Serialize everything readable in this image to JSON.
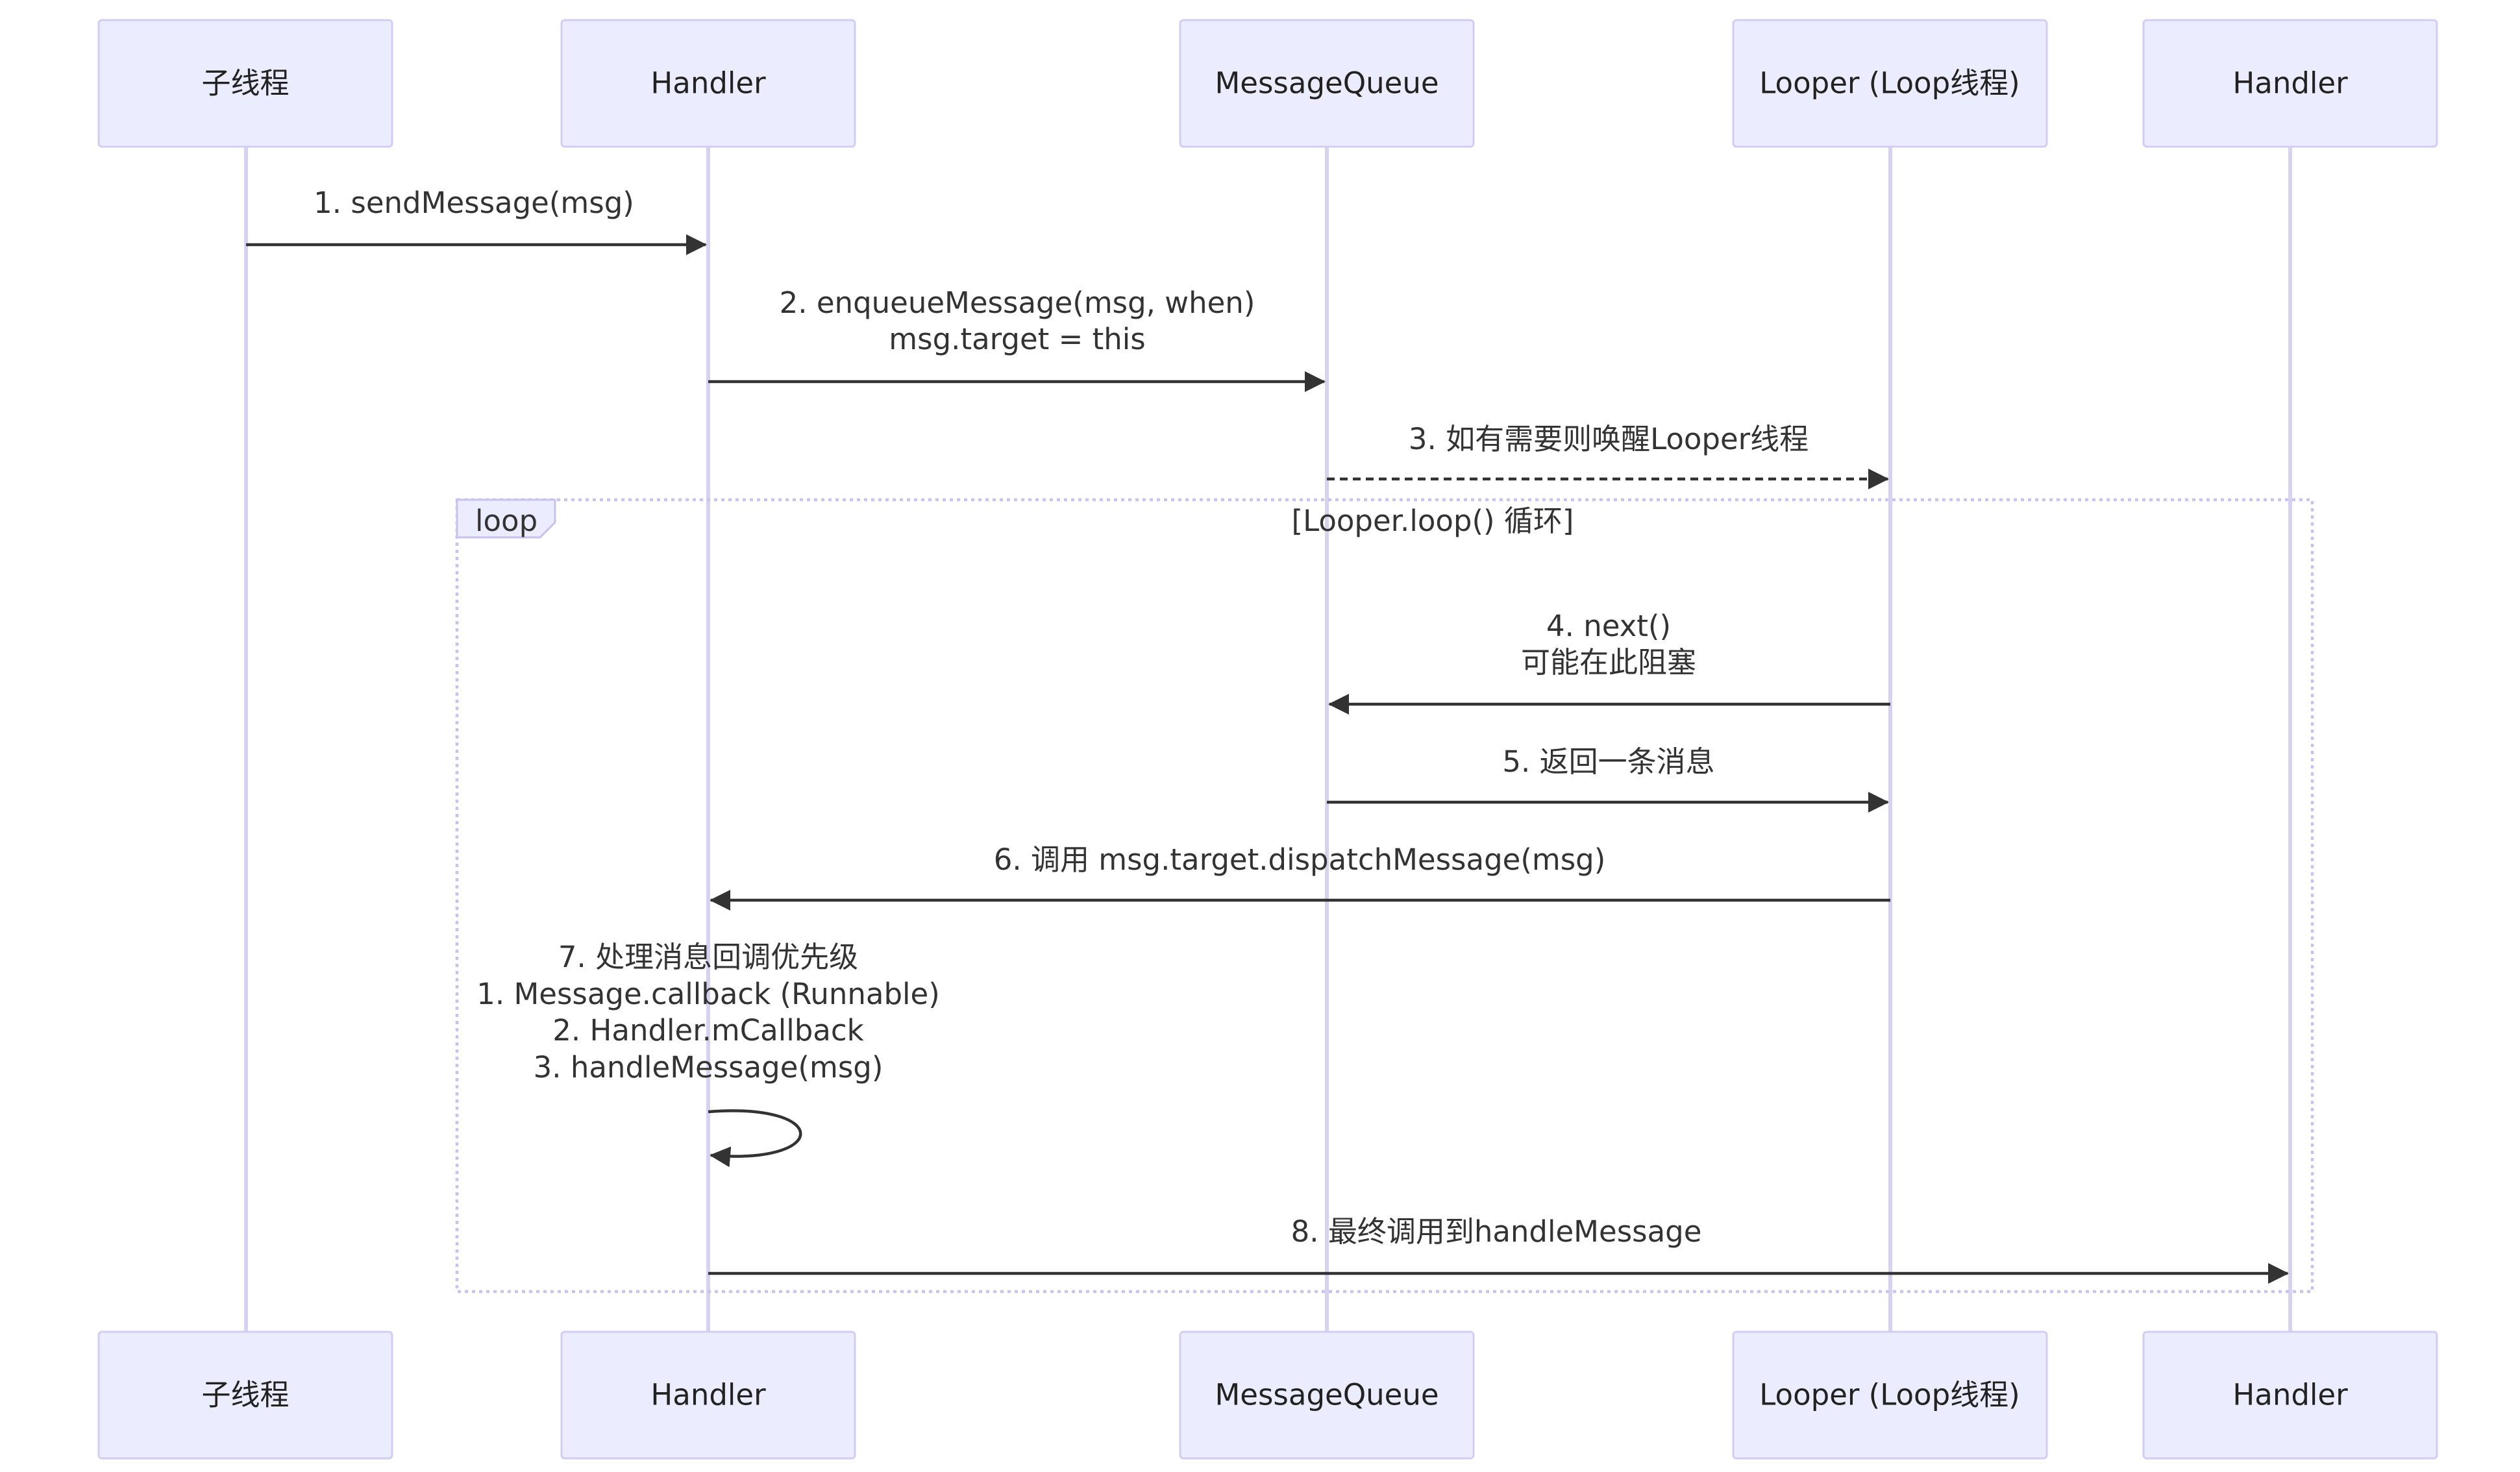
{
  "participants": [
    {
      "id": "p1",
      "label": "子线程"
    },
    {
      "id": "p2",
      "label": "Handler"
    },
    {
      "id": "p3",
      "label": "MessageQueue"
    },
    {
      "id": "p4",
      "label": "Looper (Loop线程)"
    },
    {
      "id": "p5",
      "label": "Handler"
    }
  ],
  "messages": [
    {
      "from": "p1",
      "to": "p2",
      "lines": [
        "1. sendMessage(msg)"
      ],
      "style": "solid"
    },
    {
      "from": "p2",
      "to": "p3",
      "lines": [
        "2. enqueueMessage(msg, when)",
        "msg.target = this"
      ],
      "style": "solid"
    },
    {
      "from": "p3",
      "to": "p4",
      "lines": [
        "3. 如有需要则唤醒Looper线程"
      ],
      "style": "dashed"
    },
    {
      "from": "p4",
      "to": "p3",
      "lines": [
        "4. next()",
        "可能在此阻塞"
      ],
      "style": "solid"
    },
    {
      "from": "p3",
      "to": "p4",
      "lines": [
        "5. 返回一条消息"
      ],
      "style": "solid"
    },
    {
      "from": "p4",
      "to": "p2",
      "lines": [
        "6. 调用 msg.target.dispatchMessage(msg)"
      ],
      "style": "solid"
    },
    {
      "from": "p2",
      "to": "p2",
      "lines": [
        "7. 处理消息回调优先级",
        "1. Message.callback (Runnable)",
        "2. Handler.mCallback",
        "3. handleMessage(msg)"
      ],
      "style": "self"
    },
    {
      "from": "p2",
      "to": "p5",
      "lines": [
        "8. 最终调用到handleMessage"
      ],
      "style": "solid"
    }
  ],
  "loop": {
    "keyword": "loop",
    "condition": "[Looper.loop() 循环]"
  }
}
